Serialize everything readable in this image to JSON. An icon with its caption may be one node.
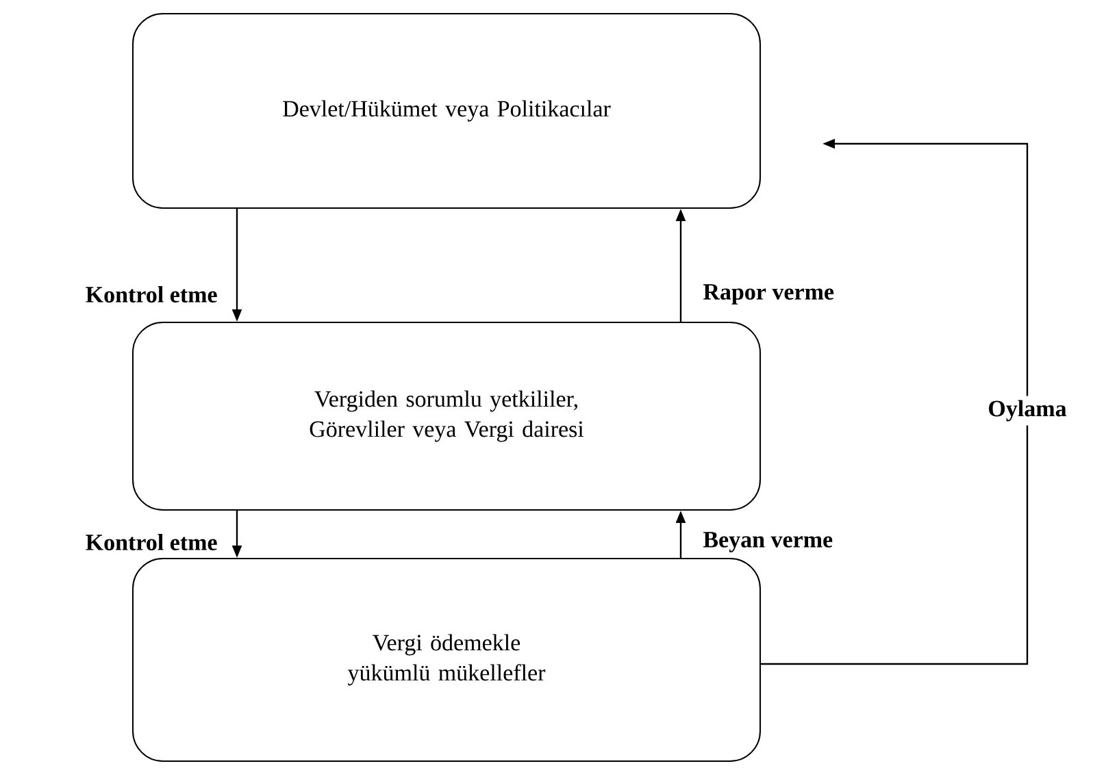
{
  "diagram": {
    "nodes": [
      {
        "text": [
          "Devlet/Hükümet veya Politikacılar"
        ]
      },
      {
        "text": [
          "Vergiden sorumlu yetkililer, Görevliler veya Vergi dairesi"
        ]
      },
      {
        "text": [
          "Vergi ödemekle yükümlü mükellefler"
        ]
      }
    ],
    "edges": [
      {
        "from": 0,
        "to": 1,
        "arrow": "to",
        "label": "Kontrol etme"
      },
      {
        "from": 1,
        "to": 0,
        "arrow": "to",
        "label": "Rapor verme"
      },
      {
        "from": 1,
        "to": 2,
        "arrow": "to",
        "label": "Kontrol etme"
      },
      {
        "from": 2,
        "to": 1,
        "arrow": "to",
        "label": "Beyan verme"
      },
      {
        "from": 2,
        "to": 0,
        "arrow": "to",
        "label": "Oylama"
      }
    ]
  }
}
